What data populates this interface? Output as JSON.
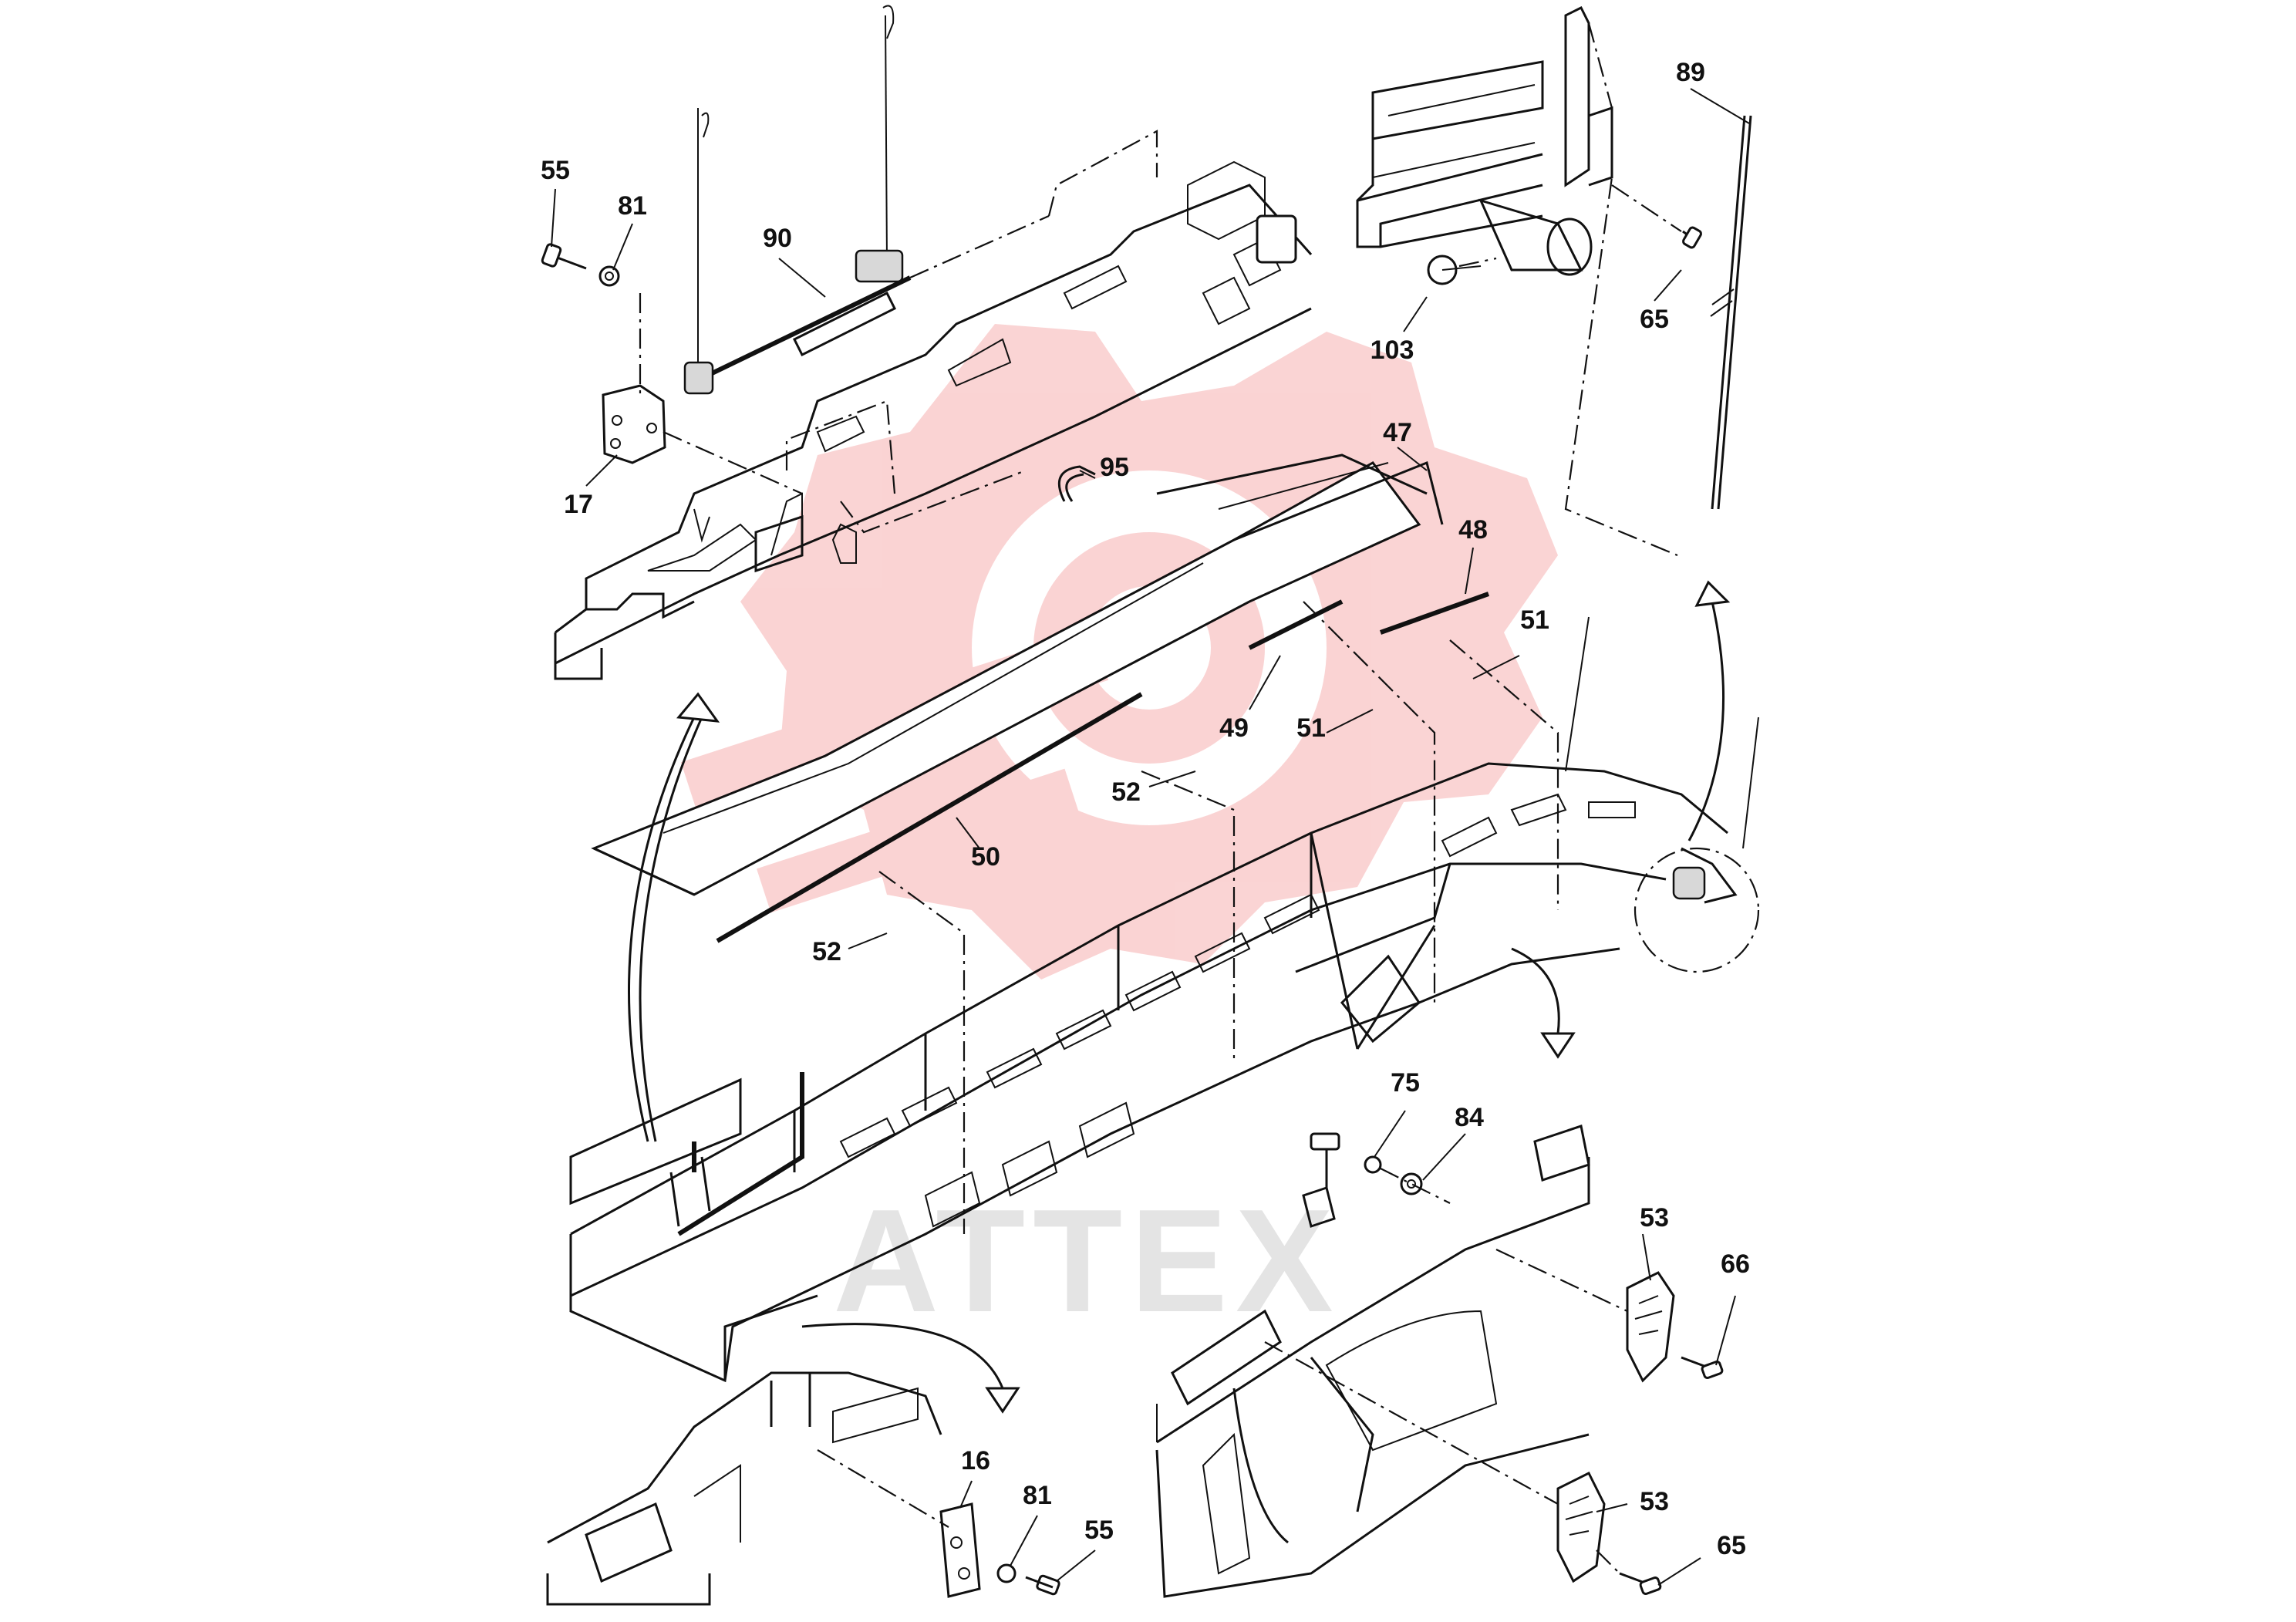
{
  "watermark": {
    "text": "ATTEX",
    "color": "#f4a0a0"
  },
  "labels": [
    {
      "id": "55",
      "text": "55"
    },
    {
      "id": "81",
      "text": "81"
    },
    {
      "id": "90",
      "text": "90"
    },
    {
      "id": "17",
      "text": "17"
    },
    {
      "id": "95",
      "text": "95"
    },
    {
      "id": "103",
      "text": "103"
    },
    {
      "id": "89",
      "text": "89"
    },
    {
      "id": "65",
      "text": "65"
    },
    {
      "id": "47",
      "text": "47"
    },
    {
      "id": "48",
      "text": "48"
    },
    {
      "id": "51",
      "text": "51"
    },
    {
      "id": "49",
      "text": "49"
    },
    {
      "id": "51b",
      "text": "51"
    },
    {
      "id": "52",
      "text": "52"
    },
    {
      "id": "50",
      "text": "50"
    },
    {
      "id": "52b",
      "text": "52"
    },
    {
      "id": "75",
      "text": "75"
    },
    {
      "id": "84",
      "text": "84"
    },
    {
      "id": "53",
      "text": "53"
    },
    {
      "id": "66",
      "text": "66"
    },
    {
      "id": "16",
      "text": "16"
    },
    {
      "id": "81b",
      "text": "81"
    },
    {
      "id": "55b",
      "text": "55"
    },
    {
      "id": "53b",
      "text": "53"
    },
    {
      "id": "65b",
      "text": "65"
    }
  ]
}
